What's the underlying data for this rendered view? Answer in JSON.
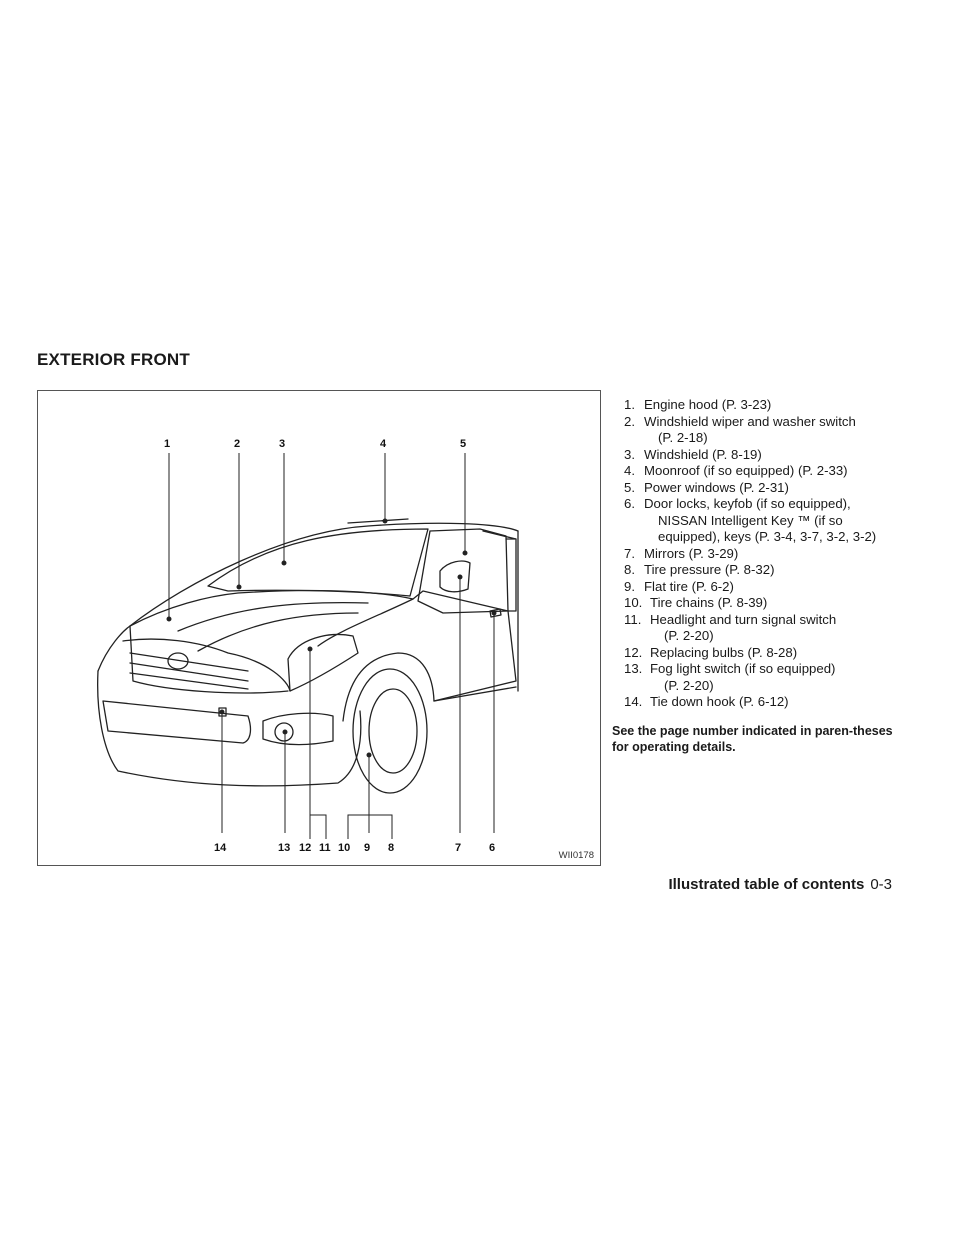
{
  "section_title": "EXTERIOR FRONT",
  "figure": {
    "code": "WII0178",
    "callouts": {
      "c1": "1",
      "c2": "2",
      "c3": "3",
      "c4": "4",
      "c5": "5",
      "c6": "6",
      "c7": "7",
      "c8": "8",
      "c9": "9",
      "c10": "10",
      "c11": "11",
      "c12": "12",
      "c13": "13",
      "c14": "14"
    }
  },
  "items": [
    {
      "num": "1.",
      "text": "Engine hood (P. 3-23)"
    },
    {
      "num": "2.",
      "text": "Windshield wiper and washer switch",
      "cont": [
        "(P. 2-18)"
      ]
    },
    {
      "num": "3.",
      "text": "Windshield (P. 8-19)"
    },
    {
      "num": "4.",
      "text": "Moonroof (if so equipped) (P. 2-33)"
    },
    {
      "num": "5.",
      "text": "Power windows (P. 2-31)"
    },
    {
      "num": "6.",
      "text": "Door locks, keyfob (if so equipped),",
      "cont": [
        "NISSAN Intelligent Key ™ (if so",
        "equipped), keys (P. 3-4, 3-7, 3-2, 3-2)"
      ]
    },
    {
      "num": "7.",
      "text": "Mirrors (P. 3-29)"
    },
    {
      "num": "8.",
      "text": "Tire pressure (P. 8-32)"
    },
    {
      "num": "9.",
      "text": "Flat tire (P. 6-2)"
    },
    {
      "num": "10.",
      "text": "Tire chains (P. 8-39)"
    },
    {
      "num": "11.",
      "text": "Headlight and turn signal switch",
      "cont": [
        "(P. 2-20)"
      ]
    },
    {
      "num": "12.",
      "text": "Replacing bulbs (P. 8-28)"
    },
    {
      "num": "13.",
      "text": "Fog light switch (if so equipped)",
      "cont": [
        "(P. 2-20)"
      ]
    },
    {
      "num": "14.",
      "text": "Tie down hook (P. 6-12)"
    }
  ],
  "note": "See the page number indicated in paren-theses for operating details.",
  "footer": {
    "label": "Illustrated table of contents",
    "page": "0-3"
  }
}
